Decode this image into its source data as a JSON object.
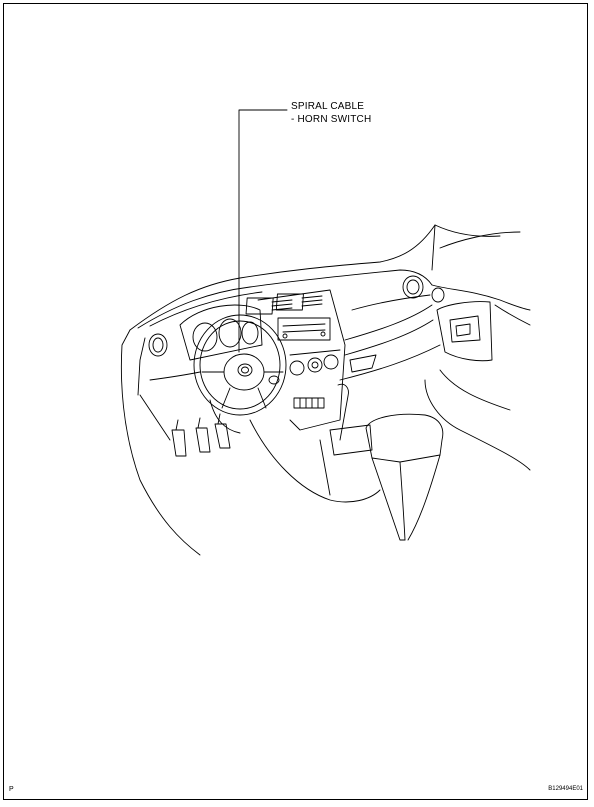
{
  "callout": {
    "line1": "SPIRAL CABLE",
    "line2": "- HORN SWITCH"
  },
  "footer": {
    "left_mark": "P",
    "figure_id": "B129494E01"
  }
}
